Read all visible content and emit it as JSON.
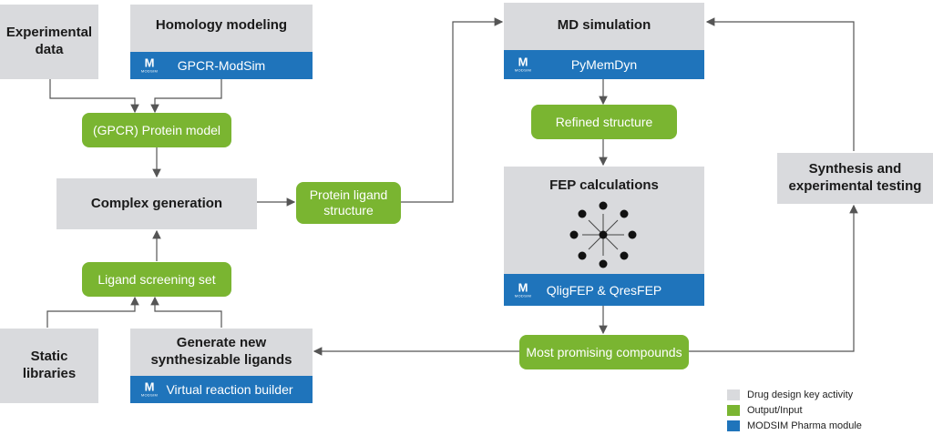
{
  "boxes": {
    "experimental_data": "Experimental\ndata",
    "homology_modeling": "Homology modeling",
    "gpcr_modsim": "GPCR-ModSim",
    "protein_model": "(GPCR) Protein model",
    "complex_generation": "Complex generation",
    "ligand_screening_set": "Ligand screening set",
    "static_libraries": "Static\nlibraries",
    "generate_new_ligands": "Generate new\nsynthesizable ligands",
    "virtual_reaction_builder": "Virtual reaction builder",
    "protein_ligand_structure": "Protein ligand\nstructure",
    "md_simulation": "MD simulation",
    "pymemdyn": "PyMemDyn",
    "refined_structure": "Refined structure",
    "fep_calculations": "FEP calculations",
    "qligfep_qresfep": "QligFEP & QresFEP",
    "most_promising_compounds": "Most promising compounds",
    "synthesis_testing": "Synthesis and\nexperimental testing"
  },
  "logo": {
    "mark": "M",
    "text": "MODSIM"
  },
  "legend": [
    {
      "label": "Drug design key activity",
      "color": "#d9dadd"
    },
    {
      "label": "Output/Input",
      "color": "#7ab531"
    },
    {
      "label": "MODSIM Pharma module",
      "color": "#1f74bb"
    }
  ],
  "colors": {
    "activity": "#d9dadd",
    "output": "#7ab531",
    "module": "#1f74bb",
    "connector": "#555555"
  }
}
